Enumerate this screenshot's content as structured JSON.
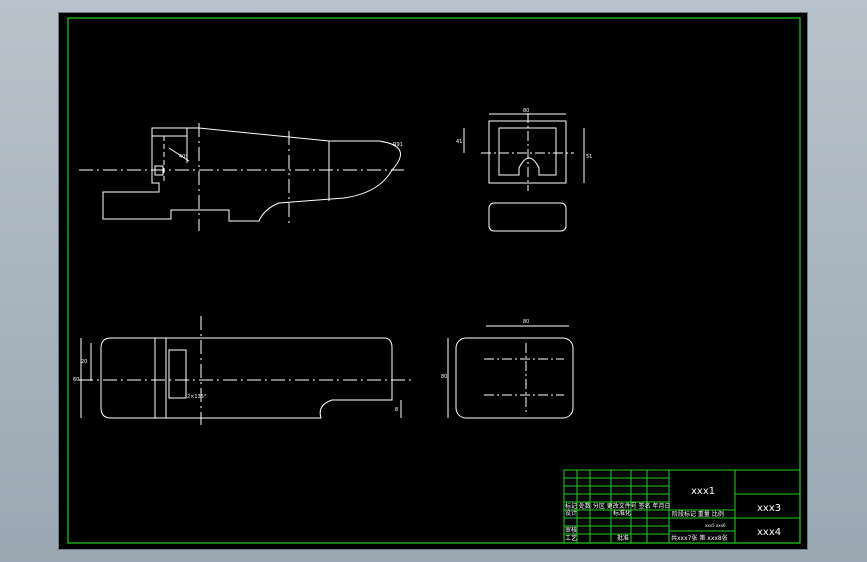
{
  "colors": {
    "frame": "#1fd11f",
    "geometry": "#ffffff",
    "dimension": "#ffffff",
    "background": "#000000"
  },
  "title_block": {
    "part_name": "xxx1",
    "material": "xxx3",
    "drawing_no": "xxx4",
    "row_change_label": "标记 处数 分区 更改文件号 签名 年月日",
    "designer_label": "设计",
    "standardization_label": "标准化",
    "stage_mark_label": "阶段标记 重量 比例",
    "scale_values": "xxx5   xxx6",
    "checker_label": "审核",
    "process_label": "工艺",
    "approve_label": "批准",
    "sheet_label": "共xxx7张 第 xxx8张"
  },
  "dimensions": {
    "top_view_radius": "R91",
    "top_view_angle": "40°",
    "front_width_top": "80",
    "front_height_left": "41",
    "front_height_right": "51",
    "bottom_height_a": "20",
    "bottom_height_b": "60",
    "bottom_angle": "2×135°",
    "bottom_small": "8",
    "side_width": "80",
    "side_height": "80"
  }
}
